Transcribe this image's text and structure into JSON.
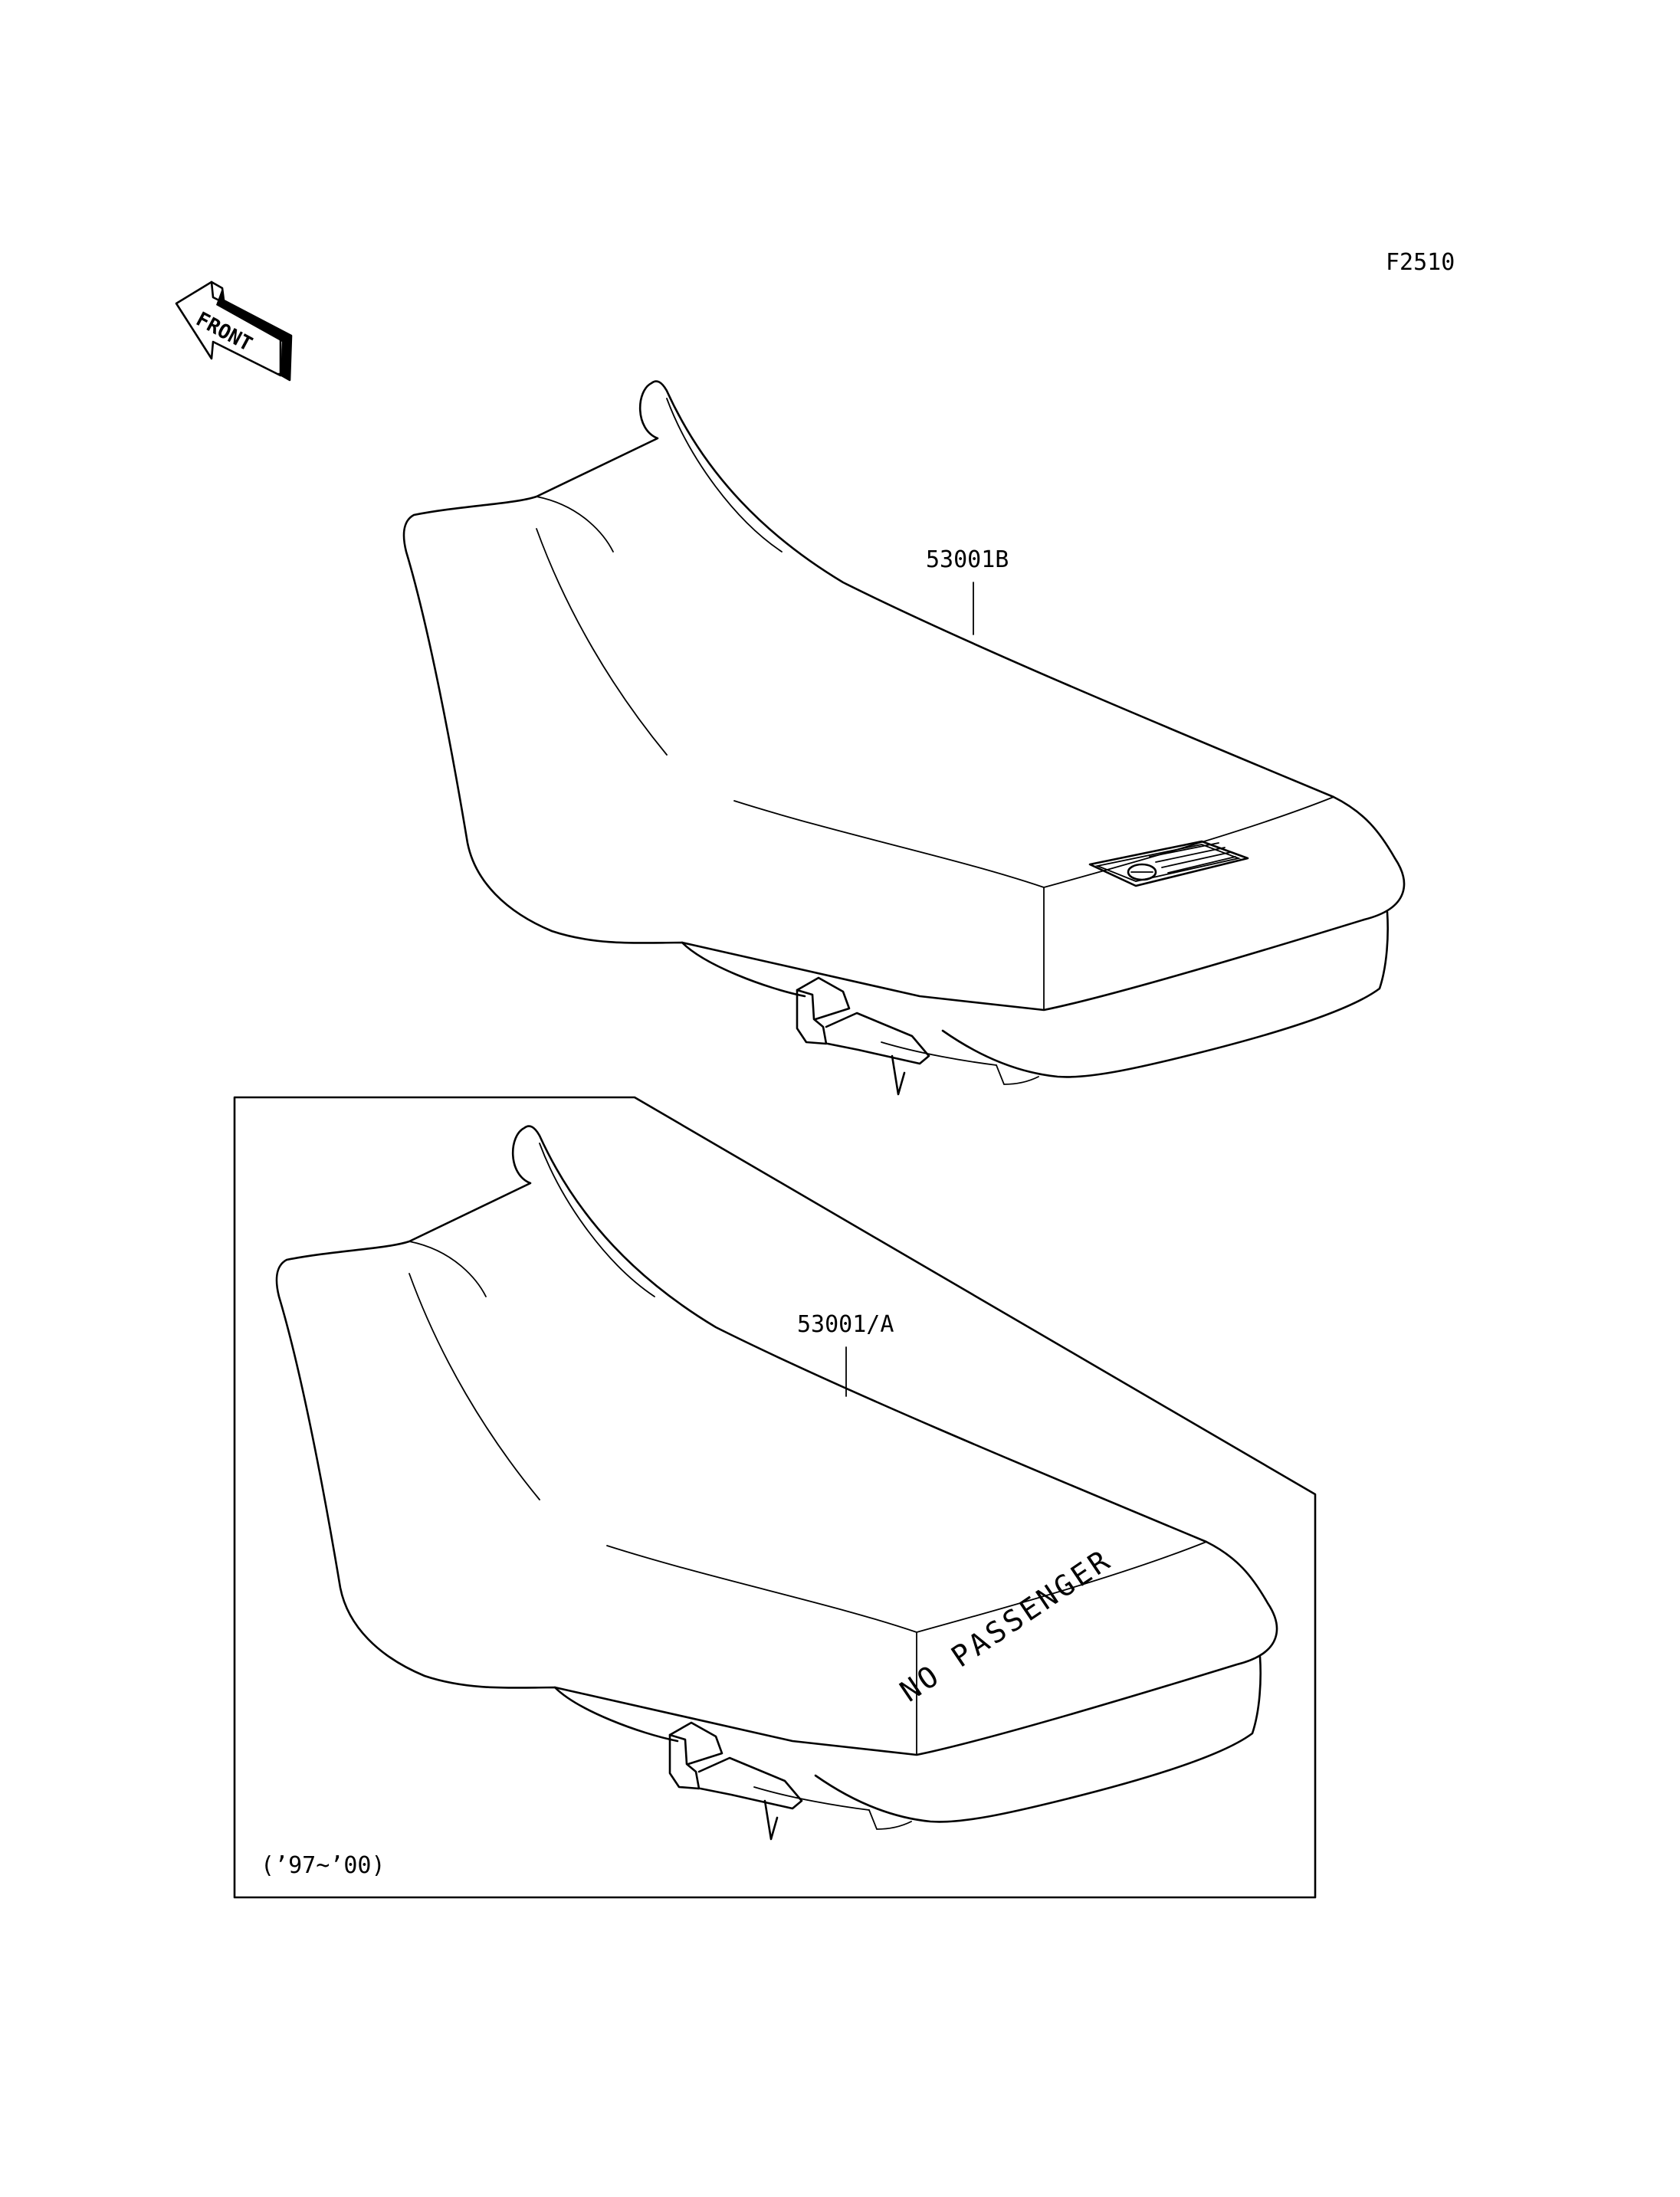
{
  "figure_code": "F2510",
  "front_indicator": "FRONT",
  "parts": [
    {
      "part_number": "53001B"
    },
    {
      "part_number": "53001/A",
      "seat_text": "NO PASSENGER"
    }
  ],
  "year_range": "(’97~’00)",
  "colors": {
    "ink": "#000000",
    "background": "#ffffff"
  },
  "icons": [
    "front-arrow-icon",
    "seat-emblem-icon",
    "seat-lock-icon"
  ]
}
